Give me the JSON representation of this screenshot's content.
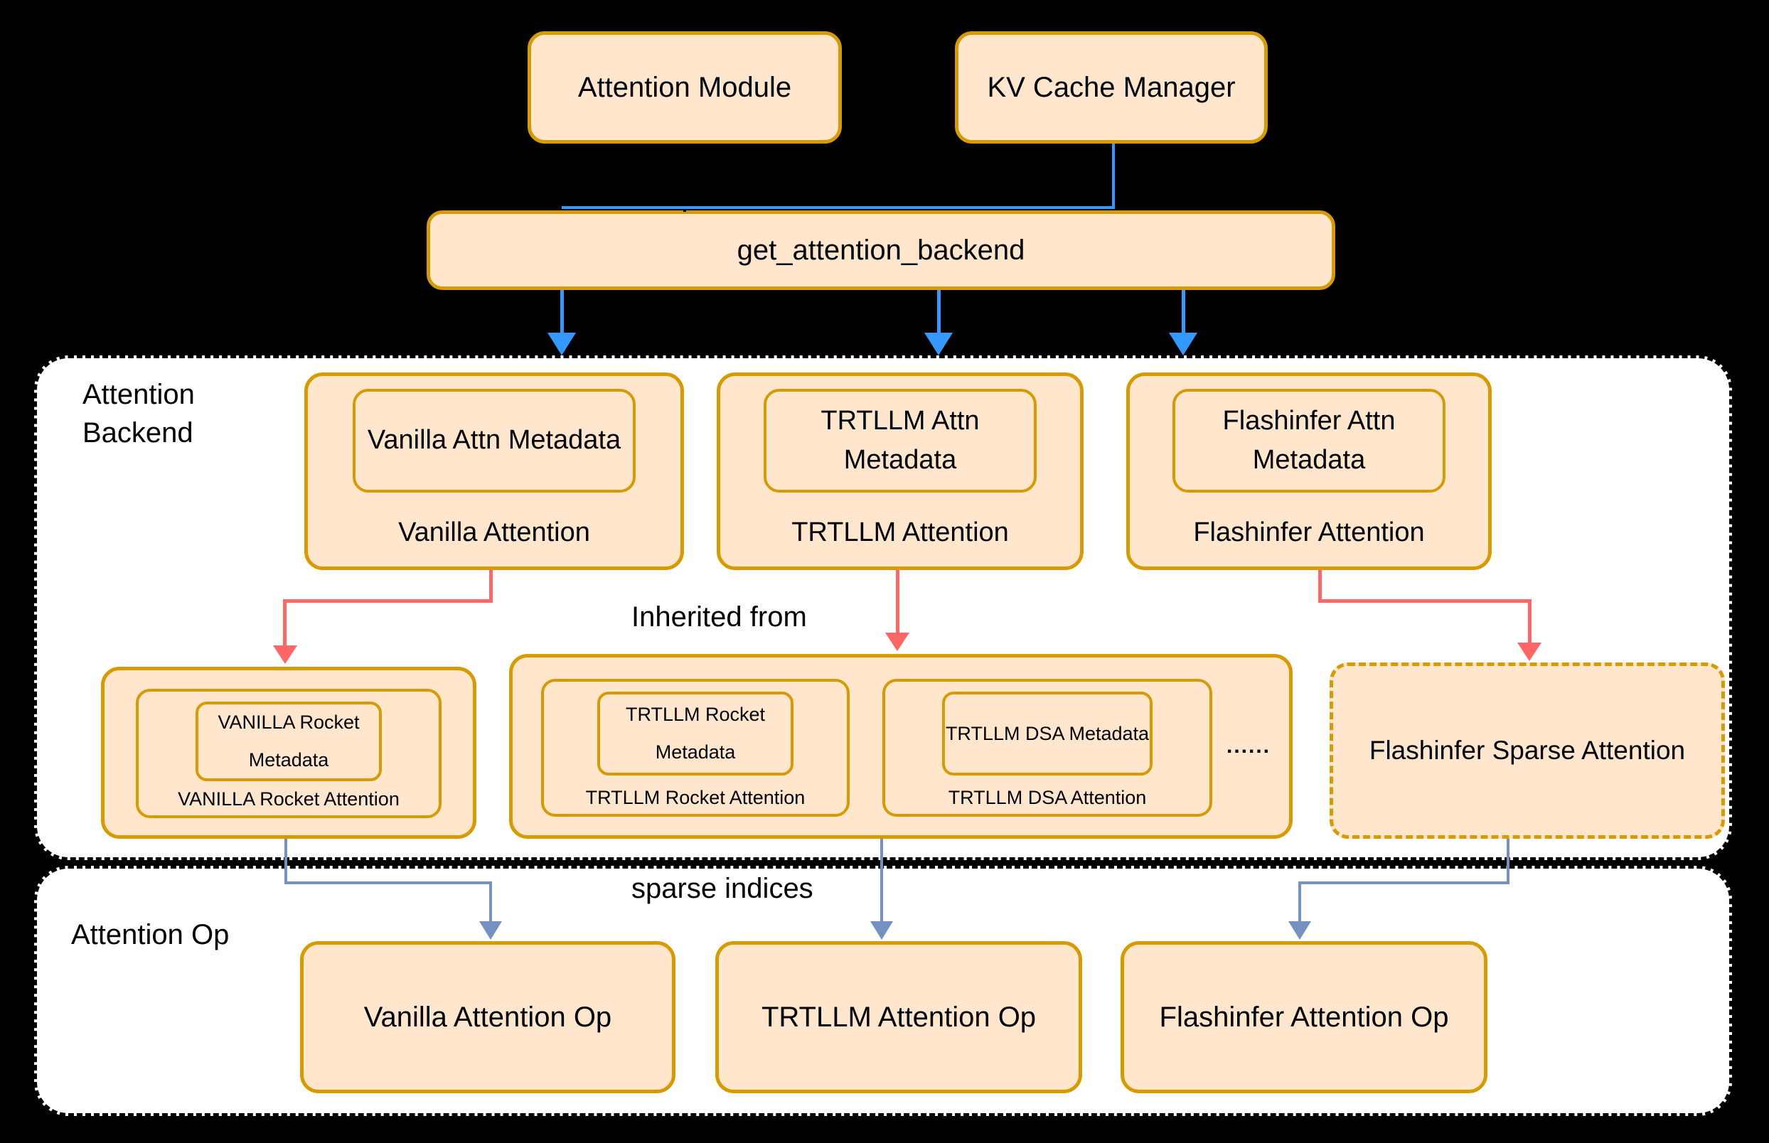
{
  "colors": {
    "background": "#000000",
    "container_fill": "#ffffff",
    "container_border": "#000000",
    "box_fill": "#ffe6cc",
    "box_border": "#d79b00",
    "arrow_blue": "#3399ff",
    "arrow_red": "#ff6666",
    "arrow_slate": "#7591c2",
    "text": "#000000"
  },
  "top_row": {
    "attention_module": "Attention Module",
    "kv_cache_manager": "KV Cache Manager",
    "get_attention_backend": "get_attention_backend"
  },
  "backend_section": {
    "label": "Attention Backend",
    "inherited_from": "Inherited from",
    "backends": [
      {
        "metadata": "Vanilla Attn Metadata",
        "name": "Vanilla Attention"
      },
      {
        "metadata": "TRTLLM Attn Metadata",
        "name": "TRTLLM Attention"
      },
      {
        "metadata": "Flashinfer Attn Metadata",
        "name": "Flashinfer Attention"
      }
    ],
    "derived": [
      {
        "metadata": "VANILLA Rocket Metadata",
        "name": "VANILLA Rocket Attention"
      },
      {
        "metadata": "TRTLLM Rocket Metadata",
        "name": "TRTLLM Rocket Attention"
      },
      {
        "metadata": "TRTLLM DSA Metadata",
        "name": "TRTLLM DSA Attention"
      }
    ],
    "ellipsis": "......",
    "flashinfer_sparse": "Flashinfer Sparse Attention"
  },
  "op_section": {
    "label": "Attention Op",
    "sparse_indices": "sparse indices",
    "ops": [
      {
        "name": "Vanilla Attention Op"
      },
      {
        "name": "TRTLLM Attention Op"
      },
      {
        "name": "Flashinfer Attention Op"
      }
    ]
  }
}
